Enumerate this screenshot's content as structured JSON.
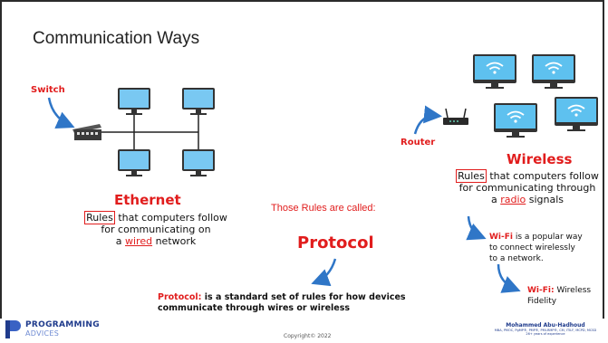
{
  "title": "Communication Ways",
  "switch_label": "Switch",
  "router_label": "Router",
  "ethernet": {
    "heading": "Ethernet",
    "rules_word": "Rules",
    "line1_rest": "that computers  follow",
    "line2": "for communicating  on",
    "line3_pre": "a",
    "line3_link": "wired",
    "line3_post": "network"
  },
  "middle": {
    "rules_called": "Those Rules are called:",
    "protocol": "Protocol",
    "def_term": "Protocol:",
    "def_rest": "is a standard set of rules for how devices",
    "def_line2": "communicate through wires or wireless"
  },
  "wireless": {
    "heading": "Wireless",
    "rules_word": "Rules",
    "line1_rest": "that computers  follow",
    "line2": "for communicating  through",
    "line3_pre": "a",
    "line3_link": "radio",
    "line3_post": "signals"
  },
  "wifi_note1": {
    "term": "Wi-Fi",
    "rest": "is a popular way",
    "line2": "to connect wirelessly",
    "line3": "to  a network."
  },
  "wifi_note2": {
    "term": "Wi-Fi:",
    "rest": "Wireless",
    "line2": "Fidelity"
  },
  "footer": {
    "logo_line1": "PROGRAMMING",
    "logo_line2": "ADVICES",
    "copyright": "Copyright© 2022",
    "author": "Mohammed Abu-Hadhoud",
    "credentials": "MBA, PMOC, PgMP®, PMP®, PMI-RMP®, CM, ITILF, MCPD, MCSD",
    "experience": "26+ years of experience"
  },
  "colors": {
    "accent_red": "#e11d1d",
    "arrow_blue": "#2f76c7",
    "logo_blue": "#1f3b8c"
  }
}
